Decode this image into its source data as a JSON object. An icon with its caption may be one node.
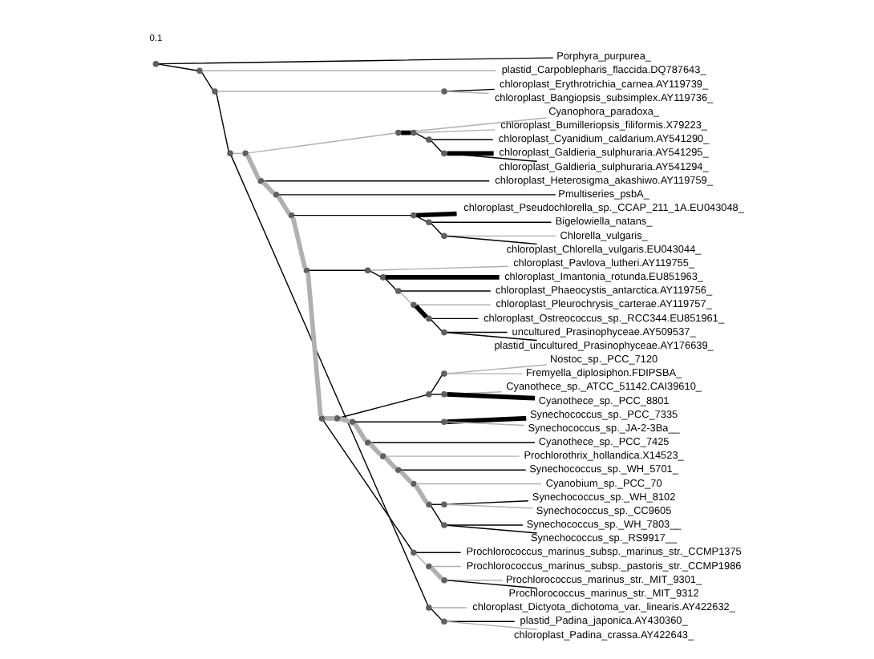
{
  "diagram": {
    "nodes": [
      {
        "text": [
          "Cyanophora_paradoxa_"
        ]
      },
      {
        "text": [
          "chloroplast_Galdieria_sulphuraria.AY541295_"
        ]
      },
      {
        "text": [
          "chloroplast_Galdieria_sulphuraria.AY541294_"
        ]
      },
      {
        "text": [
          "chloroplast_Cyanidium_caldarium.AY541290_"
        ]
      },
      {
        "text": [
          "chloroplast_Bumilleriopsis_filiformis.X79223_"
        ]
      },
      {
        "text": [
          "Bigelowiella_natans_"
        ]
      },
      {
        "text": [
          "Chlorella_vulgaris_"
        ]
      },
      {
        "text": [
          "chloroplast_Chlorella_vulgaris.EU043044_"
        ]
      },
      {
        "text": [
          "chloroplast_Pseudochlorella_sp._CCAP_211_1A.EU043048_"
        ]
      },
      {
        "text": [
          "Nostoc_sp._PCC_7120"
        ]
      },
      {
        "text": [
          "Fremyella_diplosiphon.FDIPSBA_"
        ]
      },
      {
        "text": [
          "Cyanothece_sp._ATCC_51142.CAI39610_"
        ]
      },
      {
        "text": [
          "Cyanothece_sp._PCC_8801"
        ]
      },
      {
        "text": [
          "Synechococcus_sp._PCC_7335"
        ]
      },
      {
        "text": [
          "Synechococcus_sp._JA-2-3Ba__"
        ]
      },
      {
        "text": [
          "Cyanothece_sp._PCC_7425"
        ]
      },
      {
        "text": [
          "Prochlorothrix_hollandica.X14523_"
        ]
      },
      {
        "text": [
          "Synechococcus_sp._WH_5701_"
        ]
      },
      {
        "text": [
          "Synechococcus_sp._WH_8102"
        ]
      },
      {
        "text": [
          "Synechococcus_sp._CC9605"
        ]
      },
      {
        "text": [
          "Synechococcus_sp._WH_7803__"
        ]
      },
      {
        "text": [
          "Synechococcus_sp._RS9917__"
        ]
      },
      {
        "text": [
          "Cyanobium_sp._PCC_70"
        ]
      },
      {
        "text": [
          "Prochlorococcus_marinus_subsp._pastoris_str._CCMP1986"
        ]
      },
      {
        "text": [
          "Prochlorococcus_marinus_str._MIT_9301_"
        ]
      },
      {
        "text": [
          "Prochlorococcus_marinus_str._MIT_9312"
        ]
      },
      {
        "text": [
          "Prochlorococcus_marinus_subsp._marinus_str._CCMP1375"
        ]
      },
      {
        "text": [
          "chloroplast_Pavlova_lutheri.AY119755_"
        ]
      },
      {
        "text": [
          "chloroplast_Imantonia_rotunda.EU851963_"
        ]
      },
      {
        "text": [
          "chloroplast_Phaeocystis_antarctica.AY119756_"
        ]
      },
      {
        "text": [
          "chloroplast_Pleurochrysis_carterae.AY119757_"
        ]
      },
      {
        "text": [
          "chloroplast_Ostreococcus_sp._RCC344.EU851961_"
        ]
      },
      {
        "text": [
          "uncultured_Prasinophyceae.AY509537_"
        ]
      },
      {
        "text": [
          "plastid_uncultured_Prasinophyceae.AY176639_"
        ]
      },
      {
        "text": [
          "Pmultiseries_psbA_"
        ]
      },
      {
        "text": [
          "chloroplast_Heterosigma_akashiwo.AY119759_"
        ]
      },
      {
        "text": [
          "chloroplast_Dictyota_dichotoma_var._linearis.AY422632_"
        ]
      },
      {
        "text": [
          "plastid_Padina_japonica.AY430360_"
        ]
      },
      {
        "text": [
          "chloroplast_Padina_crassa.AY422643_"
        ]
      },
      {
        "text": [
          "chloroplast_Erythrotrichia_carnea.AY119739_"
        ]
      },
      {
        "text": [
          "chloroplast_Bangiopsis_subsimplex.AY119736_"
        ]
      },
      {
        "text": [
          "plastid_Carpoblepharis_flaccida.DQ787643_"
        ]
      },
      {
        "text": [
          "Porphyra_purpurea_"
        ]
      },
      {
        "text": [],
        "shape": "point"
      },
      {
        "text": [],
        "shape": "point"
      },
      {
        "text": [],
        "shape": "point"
      },
      {
        "text": [],
        "shape": "point"
      },
      {
        "text": [],
        "shape": "point"
      },
      {
        "text": [],
        "shape": "point"
      },
      {
        "text": [],
        "shape": "point"
      },
      {
        "text": [],
        "shape": "point"
      },
      {
        "text": [],
        "shape": "point"
      },
      {
        "text": [],
        "shape": "point"
      },
      {
        "text": [],
        "shape": "point"
      },
      {
        "text": [],
        "shape": "point"
      },
      {
        "text": [],
        "shape": "point"
      },
      {
        "text": [],
        "shape": "point"
      },
      {
        "text": [],
        "shape": "point"
      },
      {
        "text": [],
        "shape": "point"
      },
      {
        "text": [],
        "shape": "point"
      },
      {
        "text": [],
        "shape": "point"
      },
      {
        "text": [],
        "shape": "point"
      },
      {
        "text": [],
        "shape": "point"
      },
      {
        "text": [],
        "shape": "point"
      },
      {
        "text": [],
        "shape": "point"
      },
      {
        "text": [],
        "shape": "point"
      },
      {
        "text": [],
        "shape": "point"
      },
      {
        "text": [],
        "shape": "point"
      },
      {
        "text": [],
        "shape": "point"
      },
      {
        "text": [],
        "shape": "point"
      },
      {
        "text": [],
        "shape": "point"
      },
      {
        "text": [],
        "shape": "point"
      },
      {
        "text": [],
        "shape": "point"
      },
      {
        "text": [],
        "shape": "point"
      },
      {
        "text": [],
        "shape": "point"
      },
      {
        "text": [],
        "shape": "point"
      },
      {
        "text": [],
        "shape": "point"
      },
      {
        "text": [],
        "shape": "point"
      },
      {
        "text": [],
        "shape": "point"
      },
      {
        "text": [],
        "shape": "point"
      },
      {
        "text": [],
        "shape": "point"
      },
      {
        "text": [],
        "shape": "point"
      },
      {
        "text": [],
        "shape": "point"
      },
      {
        "text": [],
        "shape": "point"
      },
      {
        "text": [],
        "shape": "point"
      }
    ],
    "edges": [
      {
        "from": 43,
        "to": 44,
        "arrow": "none"
      },
      {
        "from": 43,
        "to": 42,
        "arrow": "none"
      },
      {
        "from": 44,
        "to": 45,
        "arrow": "none"
      },
      {
        "from": 44,
        "to": 41,
        "arrow": "none",
        "color": "#b0b0b0"
      },
      {
        "from": 45,
        "to": 47,
        "arrow": "none"
      },
      {
        "from": 45,
        "to": 46,
        "arrow": "none",
        "color": "#b0b0b0"
      },
      {
        "from": 46,
        "to": 39,
        "arrow": "none"
      },
      {
        "from": 46,
        "to": 40,
        "arrow": "none",
        "color": "#b0b0b0"
      },
      {
        "from": 47,
        "to": 48,
        "arrow": "none",
        "color": "#b0b0b0"
      },
      {
        "from": 47,
        "to": 49,
        "arrow": "none"
      },
      {
        "from": 49,
        "to": 36,
        "arrow": "none",
        "color": "#b0b0b0"
      },
      {
        "from": 49,
        "to": 50,
        "arrow": "none"
      },
      {
        "from": 50,
        "to": 37,
        "arrow": "none"
      },
      {
        "from": 50,
        "to": 38,
        "arrow": "none",
        "color": "#b0b0b0"
      },
      {
        "from": 48,
        "to": 51,
        "arrow": "none",
        "color": "#b0b0b0"
      },
      {
        "from": 48,
        "to": 52,
        "arrow": "none",
        "style": "thick",
        "color": "#b0b0b0"
      },
      {
        "from": 51,
        "to": 0,
        "arrow": "none",
        "color": "#b0b0b0"
      },
      {
        "from": 51,
        "to": 53,
        "arrow": "none",
        "style": "thick"
      },
      {
        "from": 53,
        "to": 54,
        "arrow": "none"
      },
      {
        "from": 53,
        "to": 4,
        "arrow": "none",
        "color": "#b0b0b0"
      },
      {
        "from": 54,
        "to": 55,
        "arrow": "none"
      },
      {
        "from": 54,
        "to": 3,
        "arrow": "none"
      },
      {
        "from": 55,
        "to": 1,
        "arrow": "none",
        "style": "thick"
      },
      {
        "from": 55,
        "to": 2,
        "arrow": "none"
      },
      {
        "from": 52,
        "to": 35,
        "arrow": "none"
      },
      {
        "from": 52,
        "to": 56,
        "arrow": "none",
        "style": "thick",
        "color": "#b0b0b0"
      },
      {
        "from": 56,
        "to": 34,
        "arrow": "none"
      },
      {
        "from": 56,
        "to": 57,
        "arrow": "none",
        "style": "thick",
        "color": "#b0b0b0"
      },
      {
        "from": 57,
        "to": 58,
        "arrow": "none"
      },
      {
        "from": 57,
        "to": 59,
        "arrow": "none",
        "style": "thick",
        "color": "#b0b0b0"
      },
      {
        "from": 58,
        "to": 61,
        "arrow": "none"
      },
      {
        "from": 58,
        "to": 8,
        "arrow": "none",
        "style": "thick"
      },
      {
        "from": 61,
        "to": 5,
        "arrow": "none"
      },
      {
        "from": 61,
        "to": 60,
        "arrow": "none"
      },
      {
        "from": 60,
        "to": 6,
        "arrow": "none",
        "color": "#b0b0b0"
      },
      {
        "from": 60,
        "to": 7,
        "arrow": "none"
      },
      {
        "from": 59,
        "to": 62,
        "arrow": "none"
      },
      {
        "from": 59,
        "to": 63,
        "arrow": "none",
        "style": "thick",
        "color": "#b0b0b0"
      },
      {
        "from": 62,
        "to": 27,
        "arrow": "none",
        "color": "#b0b0b0"
      },
      {
        "from": 62,
        "to": 64,
        "arrow": "none"
      },
      {
        "from": 64,
        "to": 28,
        "arrow": "none",
        "style": "thick"
      },
      {
        "from": 64,
        "to": 65,
        "arrow": "none"
      },
      {
        "from": 65,
        "to": 29,
        "arrow": "none"
      },
      {
        "from": 65,
        "to": 66,
        "arrow": "none",
        "color": "#b0b0b0"
      },
      {
        "from": 66,
        "to": 30,
        "arrow": "none",
        "color": "#b0b0b0"
      },
      {
        "from": 66,
        "to": 67,
        "arrow": "none",
        "style": "thick"
      },
      {
        "from": 67,
        "to": 31,
        "arrow": "none"
      },
      {
        "from": 67,
        "to": 68,
        "arrow": "none"
      },
      {
        "from": 68,
        "to": 32,
        "arrow": "none"
      },
      {
        "from": 68,
        "to": 33,
        "arrow": "none"
      },
      {
        "from": 63,
        "to": 69,
        "arrow": "none",
        "style": "thick",
        "color": "#b0b0b0"
      },
      {
        "from": 63,
        "to": 70,
        "arrow": "none"
      },
      {
        "from": 70,
        "to": 26,
        "arrow": "none"
      },
      {
        "from": 70,
        "to": 71,
        "arrow": "none",
        "color": "#b0b0b0"
      },
      {
        "from": 71,
        "to": 23,
        "arrow": "none",
        "color": "#b0b0b0"
      },
      {
        "from": 71,
        "to": 72,
        "arrow": "none",
        "style": "thick",
        "color": "#b0b0b0"
      },
      {
        "from": 72,
        "to": 24,
        "arrow": "none",
        "color": "#b0b0b0"
      },
      {
        "from": 72,
        "to": 25,
        "arrow": "none"
      },
      {
        "from": 69,
        "to": 73,
        "arrow": "none"
      },
      {
        "from": 69,
        "to": 74,
        "arrow": "none",
        "style": "thick",
        "color": "#b0b0b0"
      },
      {
        "from": 73,
        "to": 75,
        "arrow": "none"
      },
      {
        "from": 73,
        "to": 76,
        "arrow": "none"
      },
      {
        "from": 75,
        "to": 9,
        "arrow": "none",
        "color": "#b0b0b0"
      },
      {
        "from": 75,
        "to": 10,
        "arrow": "none",
        "color": "#b0b0b0"
      },
      {
        "from": 76,
        "to": 11,
        "arrow": "none",
        "color": "#b0b0b0"
      },
      {
        "from": 76,
        "to": 12,
        "arrow": "none",
        "style": "thick"
      },
      {
        "from": 74,
        "to": 77,
        "arrow": "none"
      },
      {
        "from": 74,
        "to": 78,
        "arrow": "none",
        "style": "thick",
        "color": "#b0b0b0"
      },
      {
        "from": 77,
        "to": 13,
        "arrow": "none",
        "style": "thick"
      },
      {
        "from": 77,
        "to": 14,
        "arrow": "none",
        "color": "#b0b0b0"
      },
      {
        "from": 78,
        "to": 15,
        "arrow": "none"
      },
      {
        "from": 78,
        "to": 79,
        "arrow": "none",
        "style": "thick",
        "color": "#b0b0b0"
      },
      {
        "from": 79,
        "to": 16,
        "arrow": "none",
        "color": "#b0b0b0"
      },
      {
        "from": 79,
        "to": 80,
        "arrow": "none",
        "style": "thick",
        "color": "#b0b0b0"
      },
      {
        "from": 80,
        "to": 17,
        "arrow": "none"
      },
      {
        "from": 80,
        "to": 81,
        "arrow": "none",
        "style": "thick",
        "color": "#b0b0b0"
      },
      {
        "from": 81,
        "to": 22,
        "arrow": "none",
        "color": "#b0b0b0"
      },
      {
        "from": 81,
        "to": 82,
        "arrow": "none",
        "style": "thick",
        "color": "#b0b0b0"
      },
      {
        "from": 82,
        "to": 83,
        "arrow": "none"
      },
      {
        "from": 82,
        "to": 84,
        "arrow": "none"
      },
      {
        "from": 83,
        "to": 18,
        "arrow": "none"
      },
      {
        "from": 83,
        "to": 19,
        "arrow": "none",
        "color": "#b0b0b0"
      },
      {
        "from": 84,
        "to": 20,
        "arrow": "none"
      },
      {
        "from": 84,
        "to": 21,
        "arrow": "none"
      }
    ],
    "labels": [
      "0.1"
    ]
  }
}
